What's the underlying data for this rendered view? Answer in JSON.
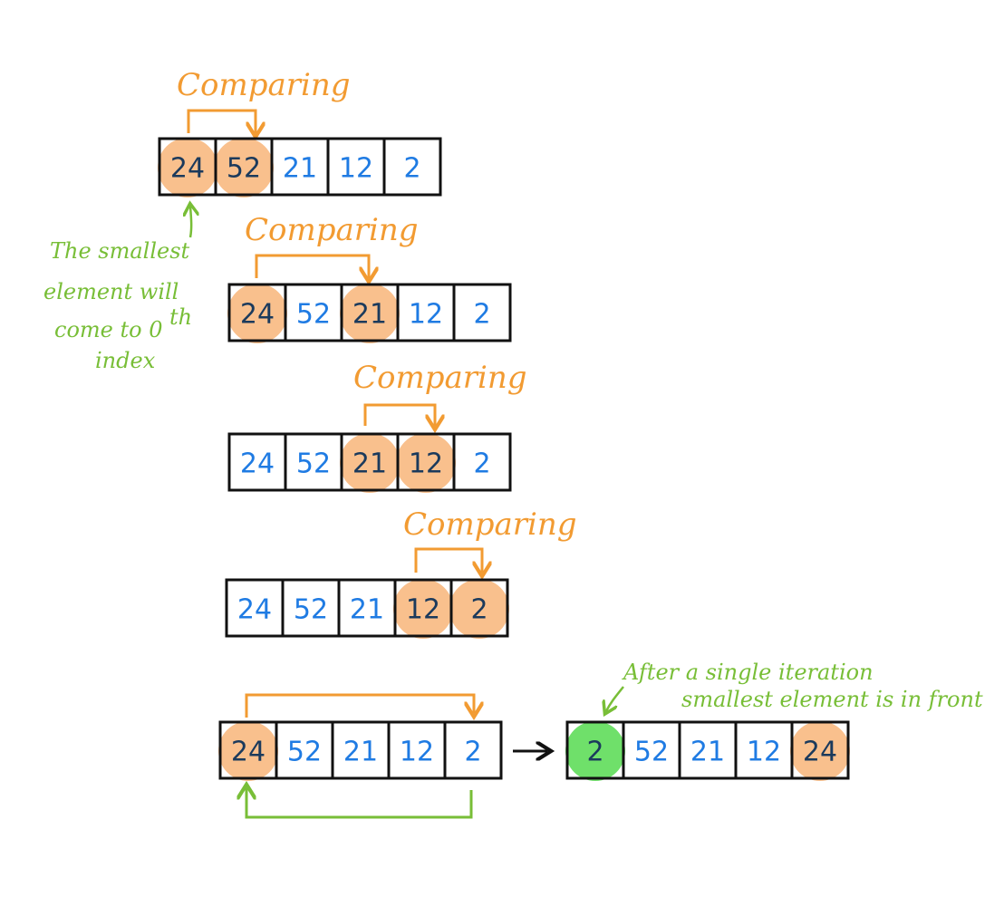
{
  "colors": {
    "highlight": "#f9c08d",
    "arrow_orange": "#f29b32",
    "label_green": "#78be37",
    "final_green": "#6fe06a",
    "number_blue": "#1f7be3",
    "number_dark": "#1b3a5c",
    "border": "#111111"
  },
  "rows": [
    {
      "values": [
        "24",
        "52",
        "21",
        "12",
        "2"
      ],
      "highlighted": [
        0,
        1
      ],
      "label": "Comparing"
    },
    {
      "values": [
        "24",
        "52",
        "21",
        "12",
        "2"
      ],
      "highlighted": [
        0,
        2
      ],
      "label": "Comparing"
    },
    {
      "values": [
        "24",
        "52",
        "21",
        "12",
        "2"
      ],
      "highlighted": [
        2,
        3
      ],
      "label": "Comparing"
    },
    {
      "values": [
        "24",
        "52",
        "21",
        "12",
        "2"
      ],
      "highlighted": [
        3,
        4
      ],
      "label": "Comparing"
    },
    {
      "values": [
        "24",
        "52",
        "21",
        "12",
        "2"
      ],
      "highlighted": [
        0
      ],
      "label": ""
    }
  ],
  "result": {
    "values": [
      "2",
      "52",
      "21",
      "12",
      "24"
    ],
    "smallest_index": 0,
    "moved_index": 4
  },
  "notes": {
    "smallest_note": [
      "The smallest",
      "element will",
      "come to 0",
      "index"
    ],
    "smallest_note_superscript": "th",
    "after_note": [
      "After a single iteration",
      "smallest element is in front"
    ]
  },
  "icons": {
    "transform_arrow": "right-arrow-icon"
  }
}
